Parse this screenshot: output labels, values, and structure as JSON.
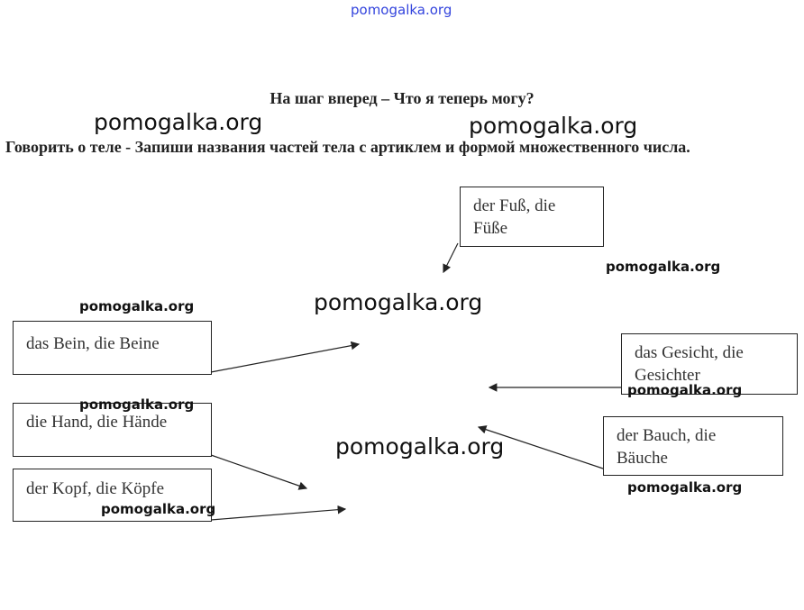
{
  "watermarks": {
    "top": "pomogalka.org",
    "w1": "pomogalka.org",
    "w2": "pomogalka.org",
    "w3": "pomogalka.org",
    "w4": "pomogalka.org",
    "w5": "pomogalka.org",
    "w6": "pomogalka.org",
    "w7": "pomogalka.org",
    "w8": "pomogalka.org",
    "w9": "pomogalka.org",
    "w10": "pomogalka.org"
  },
  "heading": "На шаг вперед – Что я теперь могу?",
  "instruction": "Говорить о теле - Запиши названия частей тела с артиклем и формой множественного числа.",
  "labels": {
    "fuss": "der Fuß, die Füße",
    "bein": "das Bein, die Beine",
    "gesicht": "das Gesicht, die Gesichter",
    "hand": "die Hand, die Hände",
    "bauch": "der Bauch, die Bäuche",
    "kopf": "der Kopf, die Köpfe"
  }
}
